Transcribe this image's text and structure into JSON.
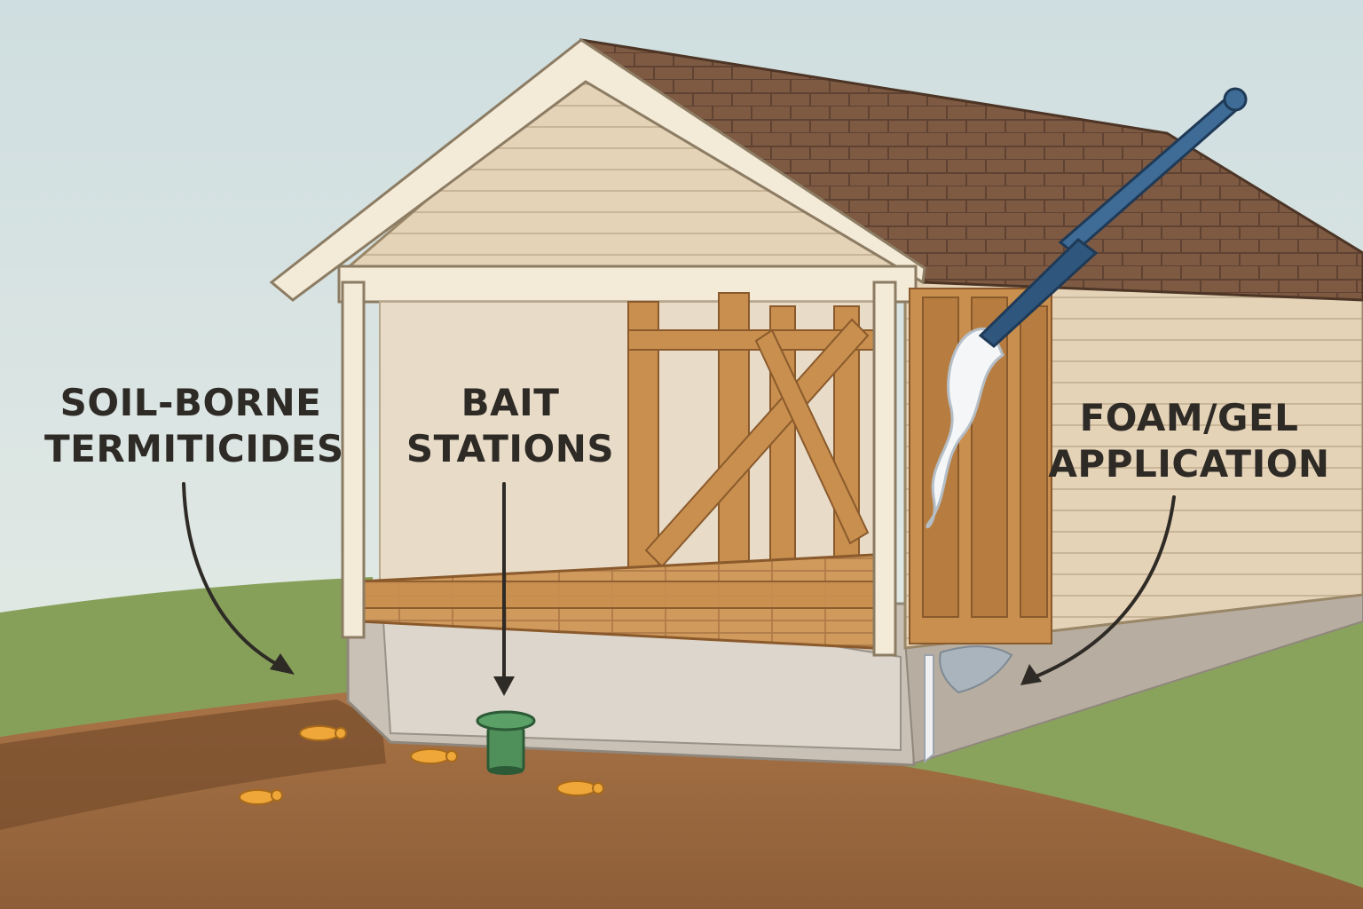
{
  "callouts": {
    "soil": {
      "line1": "SOIL-BORNE",
      "line2": "TERMITICIDES"
    },
    "bait": {
      "line1": "BAIT",
      "line2": "STATIONS"
    },
    "foam": {
      "line1": "FOAM/GEL",
      "line2": "APPLICATION"
    }
  },
  "colors": {
    "sky": "#dfe7e6",
    "grass": "#86a05a",
    "soil": "#9c6c43",
    "siding": "#e5d3b8",
    "trim": "#f3ead8",
    "roof": "#7e5a43",
    "framing": "#c98f4f",
    "foundation": "#c9c1b6",
    "bait_station": "#4f8f5a",
    "applicator": "#3e6c96",
    "termite": "#f0a73a",
    "label_text": "#2e2a25"
  },
  "icons": [
    "termite-icon",
    "bait-station-icon",
    "applicator-wand-icon",
    "arrow-icon"
  ]
}
